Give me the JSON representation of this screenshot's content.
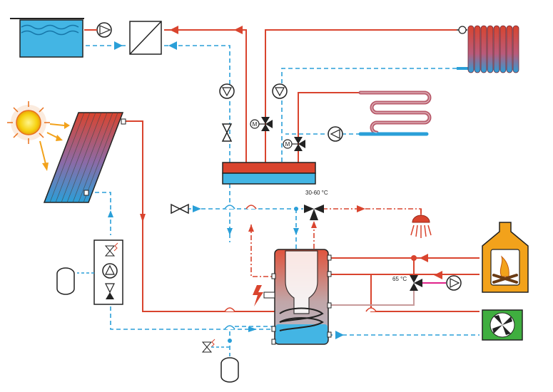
{
  "diagram": {
    "labels": {
      "mix_temp": "30-60 °C",
      "boiler_temp": "65 °C",
      "motor_1": "M",
      "motor_2": "M"
    },
    "colors": {
      "hot": "#d9442e",
      "cold": "#2a9fd8",
      "return_warm": "#c89a9a",
      "magenta": "#e0228a",
      "tank_water": "#43b5e4",
      "fireplace": "#f2a21b",
      "heatpump": "#3fae3f",
      "sun": "#f6d10f"
    },
    "components": [
      "cold-water-tank",
      "heat-exchanger",
      "solar-collector",
      "sun",
      "radiator",
      "floor-heating-coil",
      "buffer-manifold",
      "storage-tank",
      "fireplace-boiler",
      "heat-pump",
      "shower",
      "expansion-vessel-left",
      "expansion-vessel-bottom",
      "solar-pump-station"
    ]
  }
}
